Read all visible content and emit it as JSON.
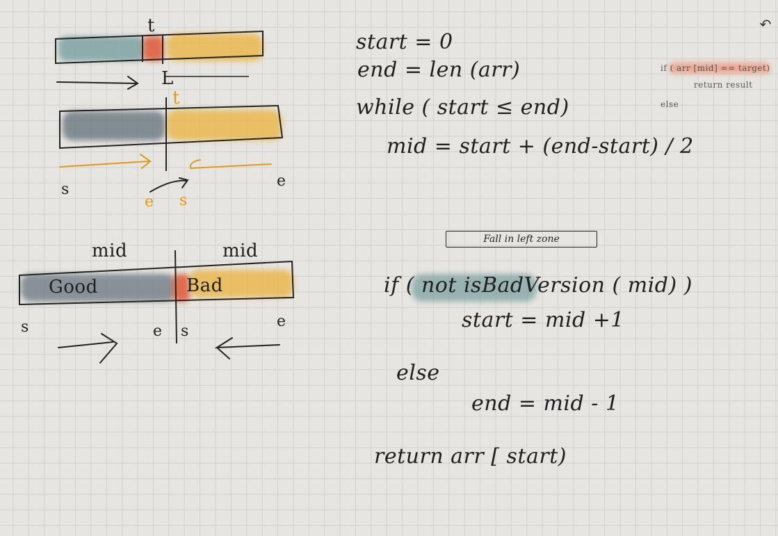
{
  "toolbar": {
    "undo_icon": "undo-icon",
    "undo_glyph": "↶"
  },
  "colors": {
    "paper": "#e7e5e1",
    "grid": "#d3d1cd",
    "ink": "#1f1f1f",
    "good_blue": "#7fa3a3",
    "slate": "#6b7680",
    "target_red": "#e0603f",
    "bad_yellow": "#eab850",
    "accent_orange": "#e09a1e",
    "highlight_pink": "#eca28c"
  },
  "diagram1": {
    "marker": "t",
    "left_pointer": "L"
  },
  "diagram2": {
    "marker": "t",
    "label_s": "s",
    "label_e": "e",
    "label_e_below": "e",
    "label_s_below": "s"
  },
  "diagram3": {
    "mid_left": "mid",
    "mid_right": "mid",
    "good": "Good",
    "bad": "Bad",
    "label_s1": "s",
    "label_e1": "e",
    "label_s2": "s",
    "label_e2": "e"
  },
  "code": {
    "line1": "start = 0",
    "line2": "end = len (arr)",
    "line3": "while ( start ≤ end)",
    "line4": "mid = start + (end-start) / 2",
    "badge": "Fall in left zone",
    "if_line": "if ( not isBadVersion ( mid) )",
    "then_line": "start = mid +1",
    "else_kw": "else",
    "else_line": "end = mid - 1",
    "return_line": "return arr [ start)"
  },
  "side_note": {
    "line1": "if ( arr [mid] == target)",
    "line2": "return result",
    "line3": "else"
  }
}
